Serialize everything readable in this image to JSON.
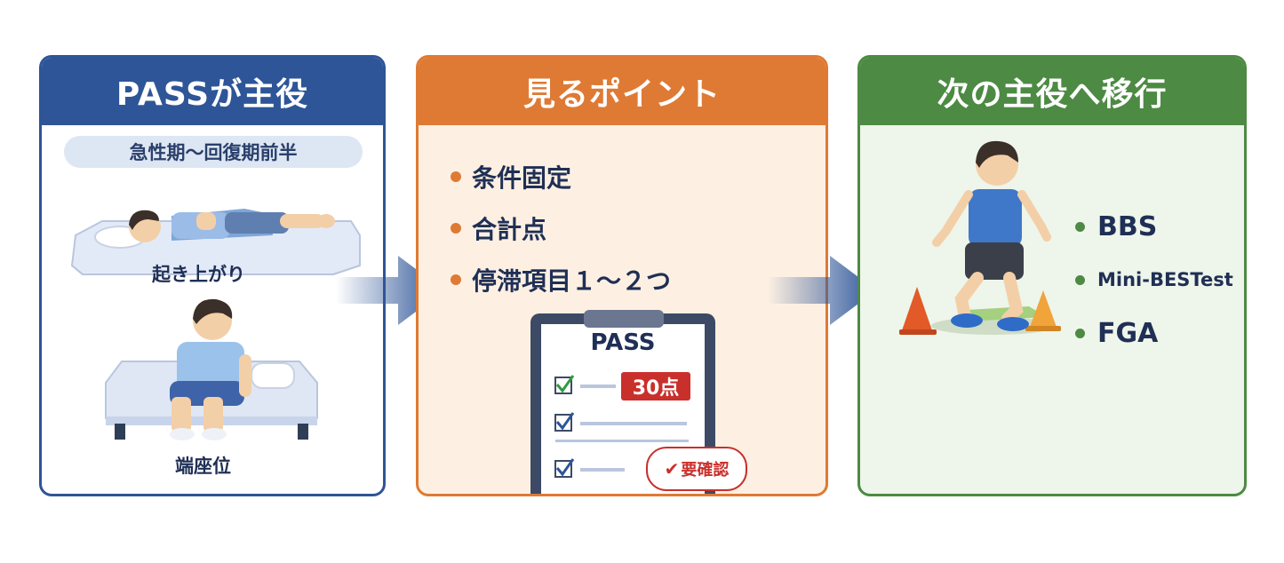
{
  "panels": [
    {
      "title": "PASSが主役",
      "phase": "急性期〜回復期前半",
      "captions": [
        "起き上がり",
        "端座位"
      ]
    },
    {
      "title": "見るポイント",
      "points": [
        "条件固定",
        "合計点",
        "停滞項目１〜２つ"
      ],
      "clipboard": {
        "title": "PASS",
        "score": "30点",
        "stamp": "要確認"
      }
    },
    {
      "title": "次の主役へ移行",
      "tests": [
        "BBS",
        "Mini-BESTest",
        "FGA"
      ]
    }
  ],
  "colors": {
    "blue": "#2e5597",
    "orange": "#df7a34",
    "green": "#4d8a43",
    "red": "#c9302c"
  }
}
